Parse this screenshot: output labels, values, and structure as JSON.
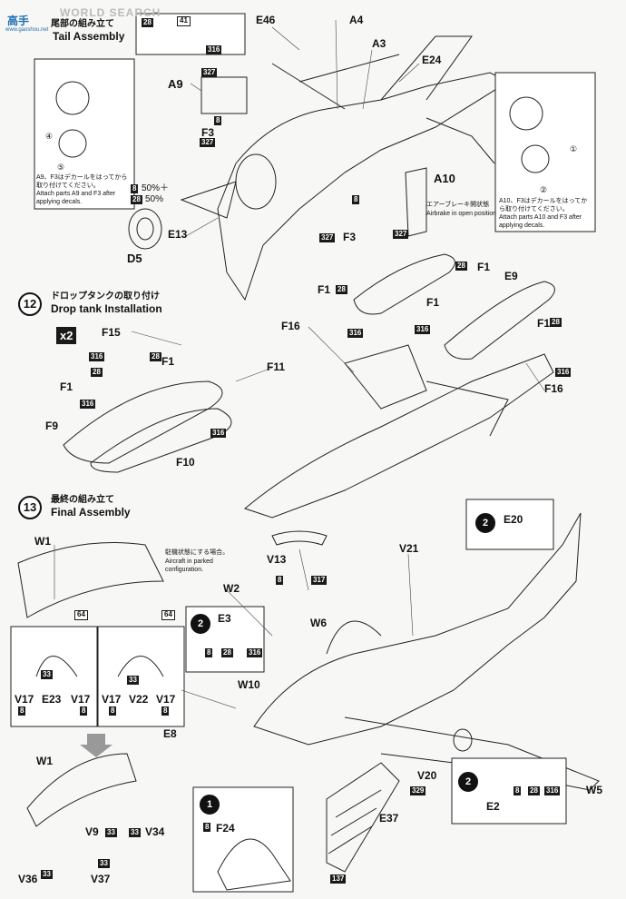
{
  "watermark": {
    "text": "WORLD SEARCH",
    "logo": "高手",
    "site": "www.gaoshou.net"
  },
  "step11": {
    "title_en": "Tail Assembly",
    "title_jp": "尾部の組み立て"
  },
  "step12": {
    "number": "12",
    "title_jp": "ドロップタンクの取り付け",
    "title_en": "Drop tank  Installation",
    "multiplier": "x2"
  },
  "step13": {
    "number": "13",
    "title_jp": "最終の組み立て",
    "title_en": "Final Assembly"
  },
  "parts": {
    "e46": "E46",
    "a4": "A4",
    "a3": "A3",
    "e24": "E24",
    "a9": "A9",
    "f3a": "F3",
    "f3b": "F3",
    "e13": "E13",
    "d5": "D5",
    "a10": "A10",
    "f15": "F15",
    "f1a": "F1",
    "f1b": "F1",
    "f1c": "F1",
    "f1d": "F1",
    "f1e": "F1",
    "f1f": "F1",
    "f1g": "F1",
    "f11": "F11",
    "f9a": "F9",
    "f10": "F10",
    "e9": "E9",
    "f16a": "F16",
    "f16b": "F16",
    "w1a": "W1",
    "w1b": "W1",
    "e20": "E20",
    "v13": "V13",
    "v21": "V21",
    "w2": "W2",
    "w6": "W6",
    "e3": "E3",
    "v17a": "V17",
    "e23": "E23",
    "v17b": "V17",
    "v17c": "V17",
    "v22": "V22",
    "v17d": "V17",
    "w10": "W10",
    "e8": "E8",
    "v20": "V20",
    "e2": "E2",
    "w5": "W5",
    "e37": "E37",
    "v9": "V9",
    "v34": "V34",
    "v36": "V36",
    "v37": "V37",
    "f24": "F24"
  },
  "colors": {
    "c41": "41",
    "c316a": "316",
    "c28a": "28",
    "c327a": "327",
    "c8a": "8",
    "c327b": "327",
    "c8b": "8",
    "c28b": "28",
    "c8c": "8",
    "c327c": "327",
    "c327d": "327",
    "c28c": "28",
    "c316b": "316",
    "c28d": "28",
    "c316c": "316",
    "c28e": "28",
    "c316d": "316",
    "c28f": "28",
    "c316e": "316",
    "c316f": "316",
    "c28g": "28",
    "c28h": "28",
    "c316g": "316",
    "c316h": "316",
    "c8d": "8",
    "c317": "317",
    "c8e": "8",
    "c28i": "28",
    "c316i": "316",
    "c33a": "33",
    "c8f": "8",
    "c8g": "8",
    "c33b": "33",
    "c8h": "8",
    "c8i": "8",
    "c33c": "33",
    "c33d": "33",
    "c33e": "33",
    "c33f": "33",
    "c329": "329",
    "c8j": "8",
    "c28j": "28",
    "c316j": "316",
    "c137": "137",
    "c8k": "8",
    "mix_a": "50%＋",
    "mix_b": "50%"
  },
  "decals": {
    "d4": "④",
    "d5": "⑤",
    "d1": "①",
    "d2": "②",
    "d64a": "64",
    "d64b": "64"
  },
  "notes": {
    "left_jp": "A9、F3はデカールをはってから取り付けてください。",
    "left_en": "Attach parts A9 and F3 after applying decals.",
    "right_jp": "A10、F3はデカールをはってから取り付けてください。",
    "right_en": "Attach parts A10 and F3 after applying decals.",
    "airbrake_jp": "エアーブレーキ開状態",
    "airbrake_en": "Airbrake in open position",
    "parked_jp": "駐機状態にする場合。",
    "parked_en": "Aircraft in parked configuration."
  },
  "options": {
    "opt2a": "2",
    "opt2b": "2",
    "opt2c": "2",
    "opt1": "1"
  }
}
